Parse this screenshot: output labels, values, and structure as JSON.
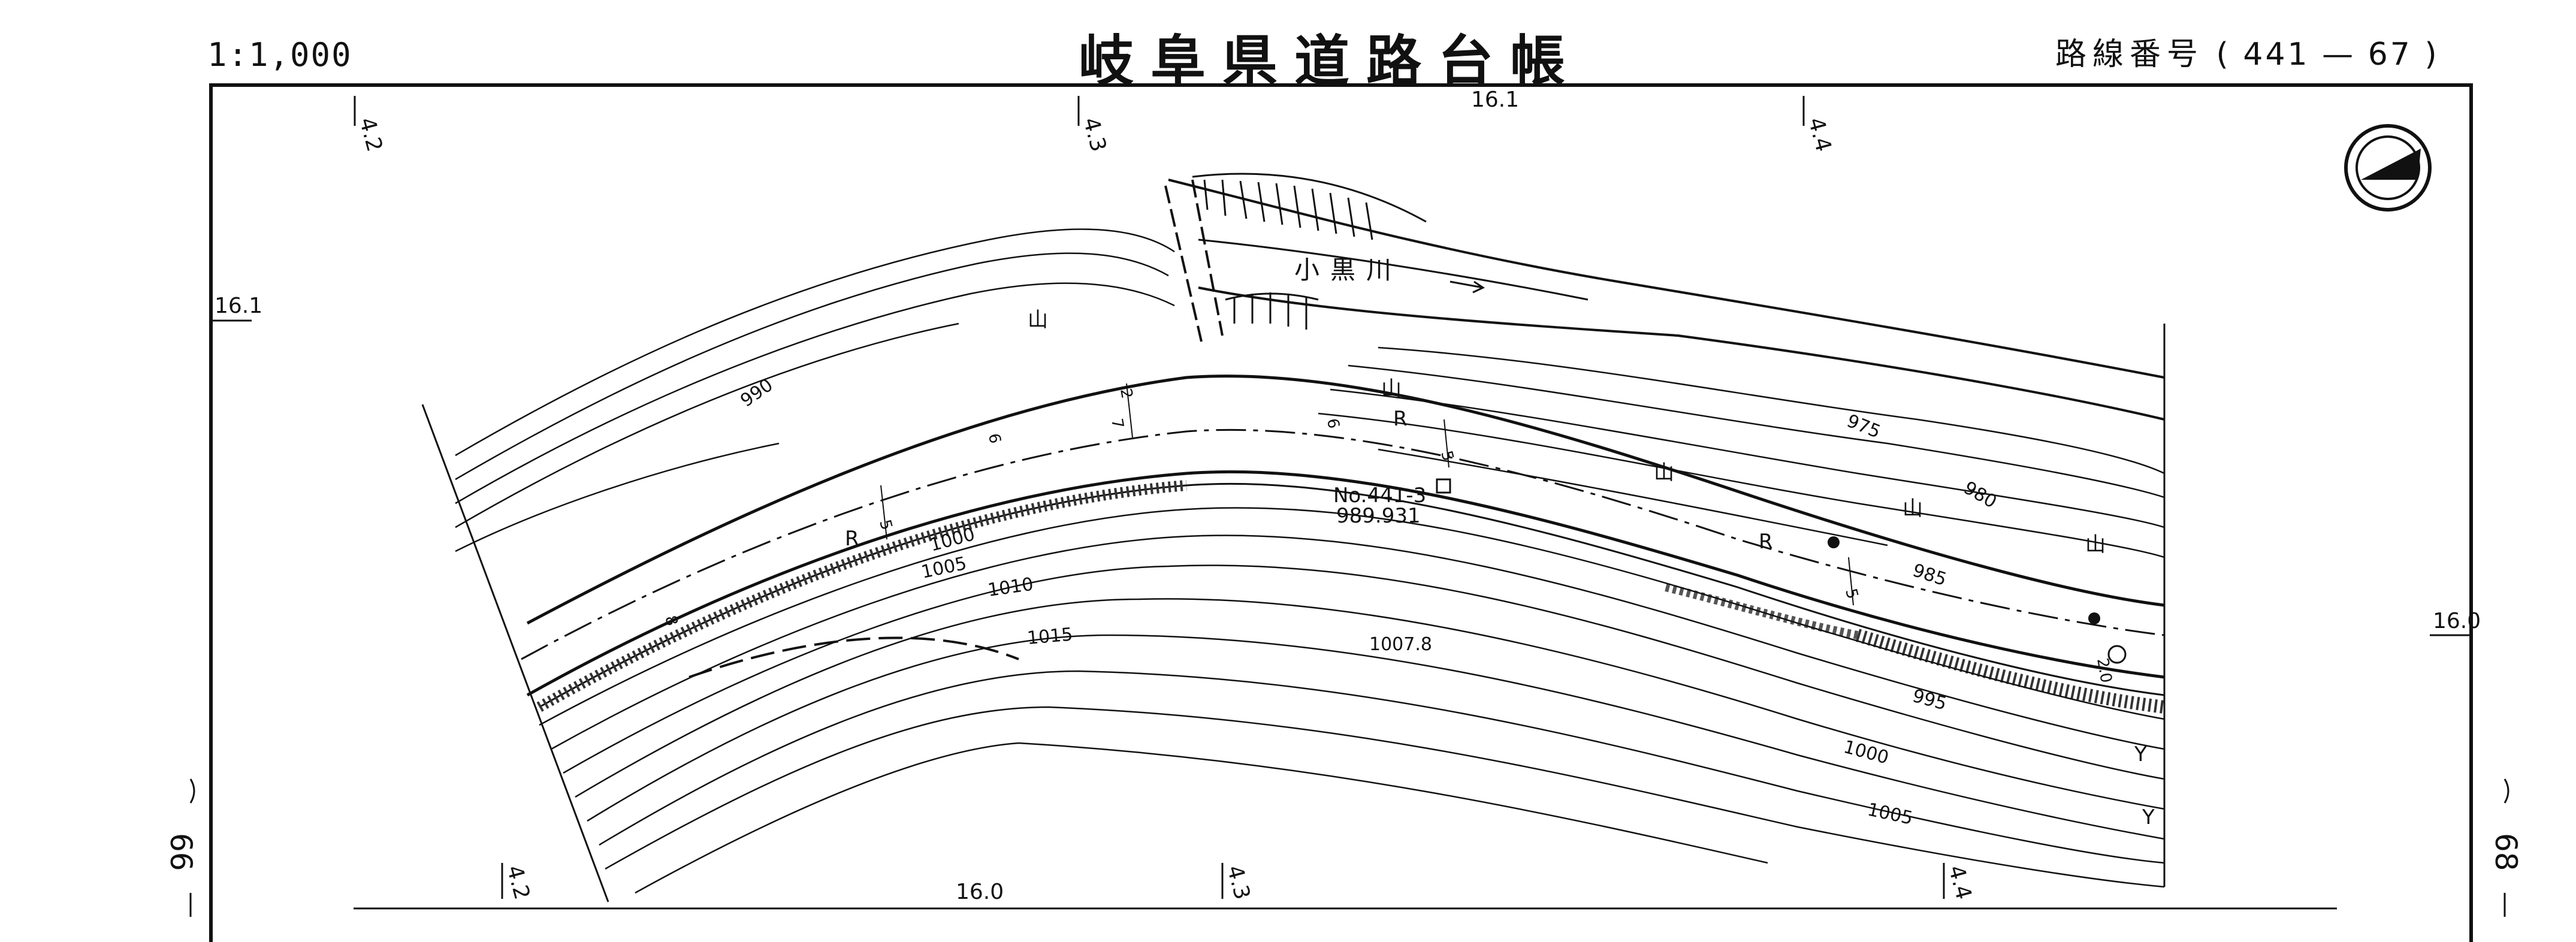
{
  "header": {
    "scale": "1:1,000",
    "title": "岐阜県道路台帳",
    "route_label": "路線番号",
    "route_number": "441",
    "route_section": "67"
  },
  "side_sheets": {
    "left": "66",
    "right": "68"
  },
  "map": {
    "river_name": "小黒川",
    "station": "No.441-3",
    "station_elevation": "989.931",
    "spot_elevation": "1007.8",
    "grid_labels": [
      "4.2",
      "4.3",
      "4.4",
      "16.1",
      "16.0"
    ],
    "contours": [
      "975",
      "980",
      "985",
      "990",
      "995",
      "1000",
      "1005",
      "1010",
      "1015"
    ],
    "symbols": {
      "land_use": "山",
      "trees": "Y",
      "unmarked": ""
    },
    "dim_values": [
      "2",
      "5",
      "6",
      "7",
      "8",
      "2.0"
    ],
    "curve_label": "R",
    "north_arrow": "north-arrow-icon"
  }
}
